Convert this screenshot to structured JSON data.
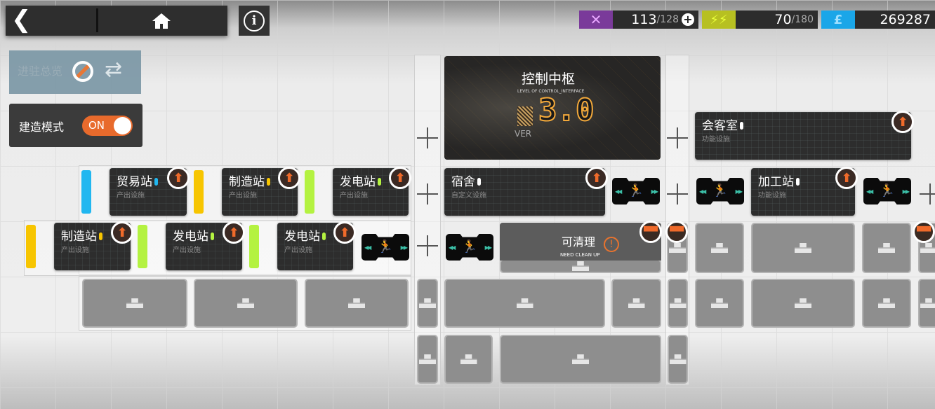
{
  "nav": {
    "back_icon": "chevron-left-icon",
    "home_icon": "home-icon",
    "info_label": "i"
  },
  "resources": {
    "drones_current": "113",
    "drones_max": "/128",
    "power_current": "70",
    "power_max": "/180",
    "lmd": "269287",
    "drone_color": "#7a3a9a",
    "power_color": "#b7c021",
    "lmd_color": "#1aa6e8"
  },
  "assign": {
    "label": "进驻总览"
  },
  "build_mode": {
    "label": "建造模式",
    "toggle": "ON",
    "on": true
  },
  "control_center": {
    "title": "控制中枢",
    "subtitle": "LEVEL OF CONTROL_INTERFACE",
    "ver": "VER",
    "level": "3.0"
  },
  "rooms": [
    {
      "name": "贸易站",
      "sub": "产出设施",
      "color": "#21b7f0"
    },
    {
      "name": "制造站",
      "sub": "产出设施",
      "color": "#f7c500"
    },
    {
      "name": "发电站",
      "sub": "产出设施",
      "color": "#b4f241"
    },
    {
      "name": "宿舍",
      "sub": "自定义设施",
      "color": "#ffffff"
    },
    {
      "name": "加工站",
      "sub": "功能设施",
      "color": "#ffffff"
    },
    {
      "name": "制造站",
      "sub": "产出设施",
      "color": "#f7c500"
    },
    {
      "name": "发电站",
      "sub": "产出设施",
      "color": "#b4f241"
    },
    {
      "name": "发电站",
      "sub": "产出设施",
      "color": "#b4f241"
    },
    {
      "name": "会客室",
      "sub": "功能设施",
      "color": "#ffffff"
    }
  ],
  "clean": {
    "title": "可清理",
    "subtitle": "NEED CLEAN UP",
    "icon": "warning-icon"
  },
  "accent": "#f06a2a"
}
